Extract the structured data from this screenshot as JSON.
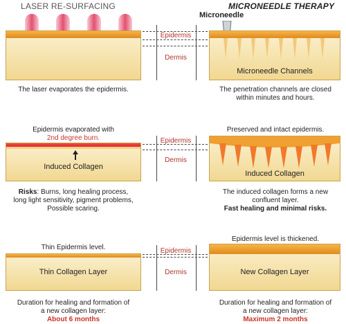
{
  "headers": {
    "left": "LASER RE-SURFACING",
    "right": "MICRONEEDLE THERAPY"
  },
  "microneedle_label": "Microneedle",
  "layer_labels": {
    "epidermis": "Epidermis",
    "dermis": "Dermis"
  },
  "row1": {
    "right_layer_text": "Microneedle Channels",
    "left_caption": "The laser evaporates the epidermis.",
    "right_caption_1": "The penetration channels are closed",
    "right_caption_2": "within minutes and hours."
  },
  "row2": {
    "left_top_1": "Epidermis evaporated with",
    "left_top_2": "2nd degree burn.",
    "right_top": "Preserved and intact epidermis.",
    "left_layer_text": "Induced Collagen",
    "right_layer_text": "Induced Collagen",
    "risks_label": "Risks",
    "risks_text_1": ": Burns, long healing process,",
    "risks_text_2": "long light sensitivity, pigment problems,",
    "risks_text_3": "Possible scaring.",
    "right_caption_1": "The induced collagen forms a new",
    "right_caption_2": "confluent layer.",
    "right_caption_3": "Fast healing and minimal risks."
  },
  "row3": {
    "left_top": "Thin Epidermis level.",
    "right_top": "Epidermis level is thickened.",
    "left_layer_text": "Thin Collagen Layer",
    "right_layer_text": "New Collagen Layer",
    "caption_1": "Duration for healing and formation of",
    "caption_2": "a new collagen layer:",
    "left_duration": "About 6 months",
    "right_duration": "Maximum 2 months"
  },
  "colors": {
    "epidermis": "#f0a030",
    "skin": "#f7e4b0",
    "laser": "#e4506e",
    "accent_red": "#c8362b"
  }
}
